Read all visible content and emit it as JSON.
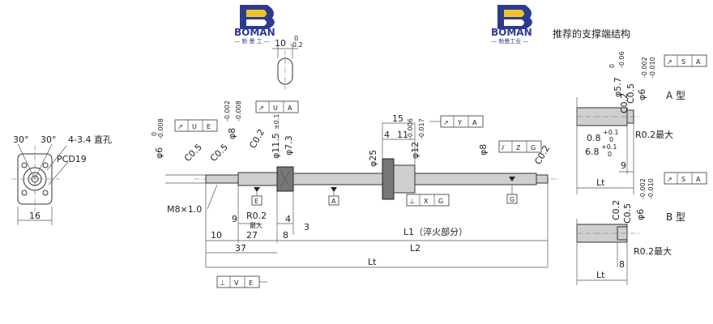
{
  "logo": {
    "brand_text": "BOMAN",
    "sub_text": "— 勃 曼 工 —",
    "sub_text_right": "— 勃曼工业 —"
  },
  "title": "推荐的支撑端结构",
  "end_view": {
    "angle_left": "30°",
    "angle_right": "30°",
    "hole_label": "4-3.4 直孔",
    "pcd_label": "PCD19",
    "width": "16"
  },
  "top_dim": {
    "value": "10",
    "tol_up": "0",
    "tol_low": "-0.2"
  },
  "left_end": {
    "dia6": "φ6",
    "dia6_tol_up": "0",
    "dia6_tol_low": "-0.008",
    "dia8": "φ8",
    "dia8_tol_up": "-0.002",
    "dia8_tol_low": "-0.008",
    "c05_a": "C0.5",
    "c05_b": "C0.5",
    "c02": "C0.2",
    "dia11_5": "φ11.5",
    "dia11_5_tol": "±0.1",
    "dia7_3": "φ7.3",
    "thread": "M8×1.0",
    "r02": "R0.2",
    "max": "最大",
    "d10": "10",
    "d9": "9",
    "d27": "27",
    "d8": "8",
    "d4": "4",
    "d3": "3",
    "d37": "37"
  },
  "nut": {
    "dia25": "φ25",
    "dia12": "φ12",
    "dia12_tol_up": "-0.006",
    "dia12_tol_low": "-0.017",
    "d15": "15",
    "d4": "4",
    "d11": "11"
  },
  "right_end": {
    "dia8": "φ8",
    "c02": "C0.2"
  },
  "lengths": {
    "l1": "L1（淬火部分）",
    "l2": "L2",
    "lt": "Lt"
  },
  "tolerance_frames": {
    "ue": [
      "↗",
      "U",
      "E"
    ],
    "ua": [
      "↗",
      "U",
      "A"
    ],
    "ya": [
      "↗",
      "Y",
      "A"
    ],
    "zg": [
      "⫽",
      "Z",
      "G"
    ],
    "xg": [
      "⊥",
      "X",
      "G"
    ],
    "ve": [
      "⊥",
      "V",
      "E"
    ],
    "sa1": [
      "↗",
      "S",
      "A"
    ],
    "sa2": [
      "↗",
      "S",
      "A"
    ]
  },
  "datums": {
    "e": "E",
    "a": "A",
    "g": "G"
  },
  "type_a": {
    "label": "A 型",
    "dia5_7": "φ5.7",
    "dia5_7_tol_up": "0",
    "dia5_7_tol_low": "-0.06",
    "c05": "C0.5",
    "c02": "C0.2",
    "dia6": "φ6",
    "dia6_tol_up": "-0.002",
    "dia6_tol_low": "-0.010",
    "d0_8": "0.8",
    "d0_8_tol_up": "+0.1",
    "d0_8_tol_low": "0",
    "d6_8": "6.8",
    "d6_8_tol_up": "+0.1",
    "d6_8_tol_low": "0",
    "r02": "R0.2最大",
    "d9": "9",
    "lt": "Lt"
  },
  "type_b": {
    "label": "B 型",
    "c02": "C0.2",
    "c05": "C0.5",
    "dia6": "φ6",
    "dia6_tol_up": "-0.002",
    "dia6_tol_low": "-0.010",
    "r02": "R0.2最大",
    "d8": "8",
    "lt": "Lt"
  },
  "colors": {
    "logo_blue": "#2b3c8f",
    "logo_yellow": "#f2c12e"
  }
}
